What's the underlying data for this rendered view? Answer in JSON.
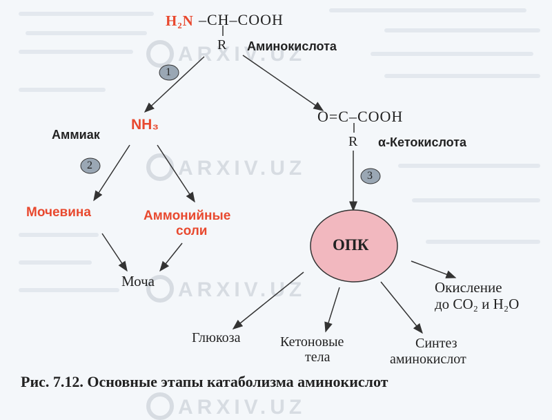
{
  "colors": {
    "accent": "#e8492f",
    "node_fill": "#f2b8bf",
    "arrow": "#333333"
  },
  "amino_acid": {
    "h2n": "H₂N",
    "chain": "–CH–COOH",
    "r": "R",
    "name": "Аминокислота"
  },
  "steps": {
    "s1": "1",
    "s2": "2",
    "s3": "3"
  },
  "ammonia": {
    "formula": "NH₃",
    "name": "Аммиак"
  },
  "keto_acid": {
    "chain": "O=C–COOH",
    "r": "R",
    "name": "α-Кетокислота"
  },
  "urea": "Мочевина",
  "ammonium_salts": {
    "line1": "Аммонийные",
    "line2": "соли"
  },
  "urine": "Моча",
  "cycle": "ОПК",
  "oxidation": {
    "line1": "Окисление",
    "line2": "до CO₂ и H₂O"
  },
  "glucose": "Глюкоза",
  "ketone": {
    "line1": "Кетоновые",
    "line2": "тела"
  },
  "synthesis": {
    "line1": "Синтез",
    "line2": "аминокислот"
  },
  "caption": "Рис. 7.12. Основные этапы катаболизма аминокислот",
  "watermark": "ARXIV.UZ"
}
